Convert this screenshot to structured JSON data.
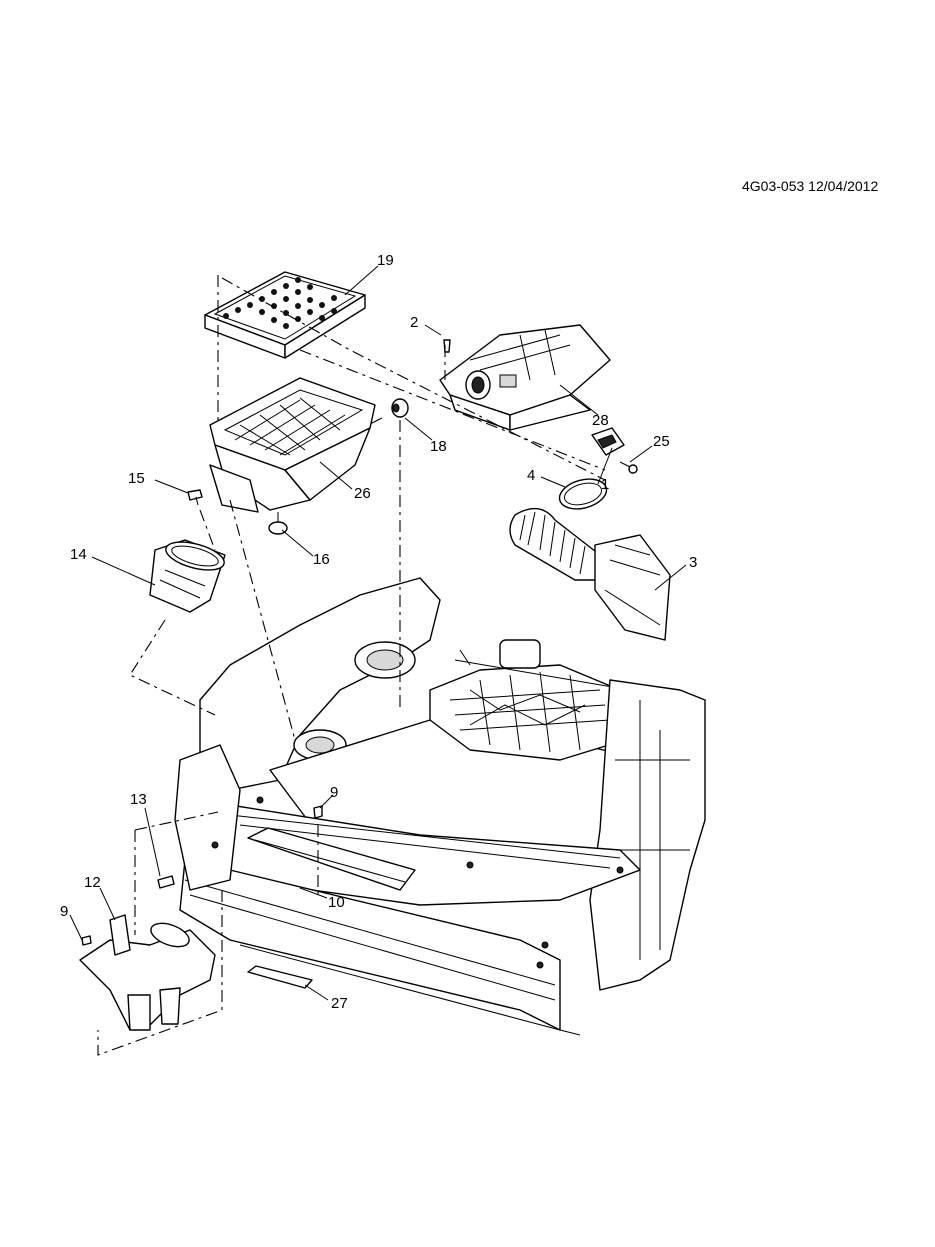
{
  "document_id": "4G03-053 12/04/2012",
  "callouts": {
    "c1": "1",
    "c2": "2",
    "c3": "3",
    "c4": "4",
    "c9a": "9",
    "c9b": "9",
    "c10": "10",
    "c12": "12",
    "c13": "13",
    "c14": "14",
    "c15": "15",
    "c16": "16",
    "c18": "18",
    "c19": "19",
    "c25": "25",
    "c26": "26",
    "c27": "27",
    "c28": "28"
  }
}
